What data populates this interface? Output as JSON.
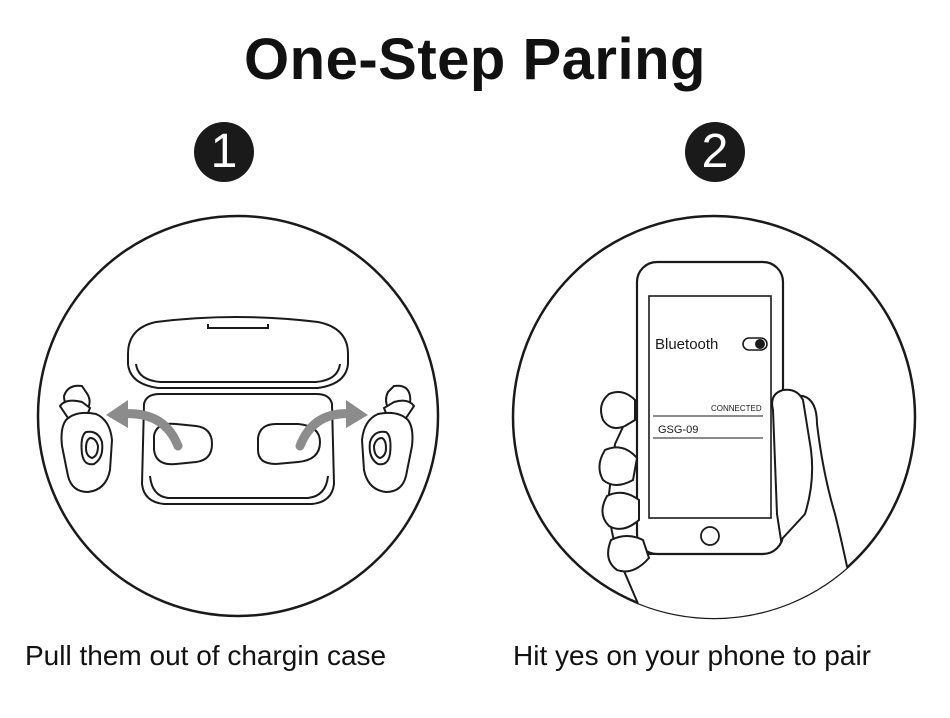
{
  "title": "One-Step Paring",
  "steps": [
    {
      "number": "1",
      "caption": "Pull them out of chargin case"
    },
    {
      "number": "2",
      "caption": "Hit yes on your phone to pair"
    }
  ],
  "phone": {
    "bluetooth_label": "Bluetooth",
    "status": "CONNECTED",
    "device_name": "GSG-09"
  },
  "colors": {
    "ink": "#1a1a1a",
    "arrow": "#8c8c8c",
    "background": "#ffffff"
  }
}
